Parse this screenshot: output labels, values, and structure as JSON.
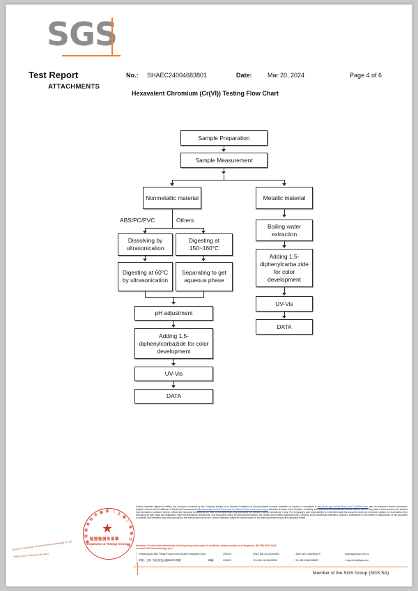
{
  "document": {
    "brand": "SGS",
    "title": "Test Report",
    "attachments_label": "ATTACHMENTS",
    "no_label": "No.:",
    "no_value": "SHAEC24004683801",
    "date_label": "Date:",
    "date_value": "Mar 20, 2024",
    "page_label": "Page 4 of 6",
    "subtitle": "Hexavalent Chromium (Cr(VI)) Testing Flow Chart"
  },
  "flowchart": {
    "nodes": [
      {
        "id": "sample_preparation",
        "label": "Sample Preparation"
      },
      {
        "id": "sample_measurement",
        "label": "Sample Measurement"
      },
      {
        "id": "nonmetallic_material",
        "label": "Nonmetallic material"
      },
      {
        "id": "metallic_material",
        "label": "Metallic material"
      },
      {
        "id": "dissolving",
        "label": "Dissolving by ultrasonication"
      },
      {
        "id": "digesting_150",
        "label": "Digesting at 150~160°C"
      },
      {
        "id": "digesting_60",
        "label": "Digesting at 60°C by ultrasonication"
      },
      {
        "id": "separating",
        "label": "Separating to get aqueous phase"
      },
      {
        "id": "ph_adjustment",
        "label": "pH adjustment"
      },
      {
        "id": "adding_left",
        "label": "Adding 1,5-diphenylcarbazide for color development"
      },
      {
        "id": "uvvis_left",
        "label": "UV-Vis"
      },
      {
        "id": "data_left",
        "label": "DATA"
      },
      {
        "id": "boiling_water",
        "label": "Boiling water extraction"
      },
      {
        "id": "adding_right",
        "label": "Adding 1,5-diphenylcarba zide for color development"
      },
      {
        "id": "uvvis_right",
        "label": "UV-Vis"
      },
      {
        "id": "data_right",
        "label": "DATA"
      }
    ],
    "branch_labels": {
      "left": "ABS/PC/PVC",
      "right": "Others"
    }
  },
  "footer": {
    "legal_1": "Unless otherwise agreed in writing, this document is issued by the Company subject to its General Conditions of Service printed overleaf, available on request or accessible at ",
    "legal_link_1": "http://www.sgs.com/en/Terms-and-Conditions.aspx",
    "legal_2": " and, for electronic format documents, subject to Terms and Conditions for Electronic Documents at ",
    "legal_link_2": "http://www.sgs.com/en/Terms-and-Conditions/Terms-e-Document.aspx",
    "legal_3": ". Attention is drawn to the limitation of liability, indemnification and jurisdiction issues defined therein. Any holder of this document is advised that information contained hereon reflects the Company's findings at the time of its intervention only and within the limits of Client's instructions, if any. The Company's sole responsibility is to its Client and this document does not exonerate parties to a transaction from exercising all their rights and obligations under the transaction documents. This document cannot be reproduced except in full, without prior written approval of the Company. Any unauthorized alteration, forgery or falsification of the content or appearance of this document is unlawful and offenders may be prosecuted to the fullest extent of the law. Unless otherwise stated the results shown in this test report refer only to the sample(s) tested .",
    "attention_1": "Attention: To check the authenticity of testing /inspection report & certificate, please contact us at telephone: (86-755) 8307 1443,",
    "attention_2": "or email: CN.Doccheck@sgs.com",
    "address_en": "3ⁿBuilding,No.889 Yishan Road Xuhui District,Shanghai China",
    "address_cn": "中国・上海・徐汇区宜山路889号3号楼",
    "postcode_en": "200233",
    "postcode_cn_label": "邮编:",
    "postcode_cn": "200233",
    "tel1": "t E&E (86-21) 61402553",
    "fax1": "f E&E (86-21)64953679",
    "tel2": "t HL (86-21) 61402594",
    "fax2": "f HL (86-21)61156899",
    "website": "www.sgsgroup.com.cn",
    "email": "e sgs.china@sgs.com",
    "member": "Member of the SGS Group (SGS SA)"
  },
  "stamp": {
    "star": "★",
    "cn_center": "检验检测专用章",
    "en_center": "Inspection & Testing Services",
    "arc_text": "通标标准技术服务（上海）有限公司",
    "sub_en": "SGS-CSTC Standards Technical Services (Shanghai) Co.,Ltd.",
    "sub_en2": "Testing Center Chemical Laboratory"
  },
  "colors": {
    "brand_orange": "#e8833a",
    "logo_gray": "#8d8d8d",
    "stamp_red": "#cc3322",
    "link_blue": "#2b50a8",
    "attention_red": "#d4402a"
  }
}
